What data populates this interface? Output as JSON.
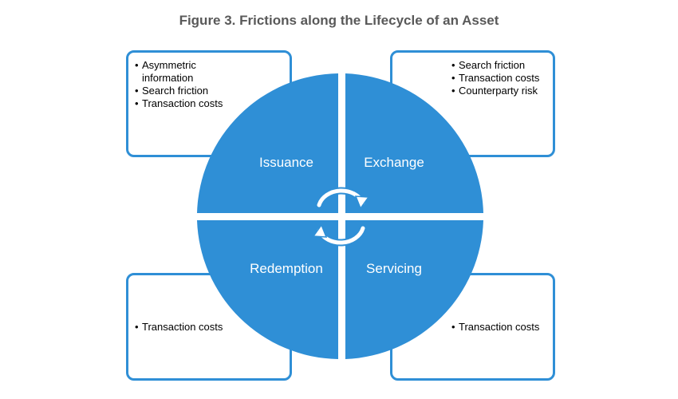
{
  "title": "Figure 3. Frictions along the Lifecycle of an Asset",
  "colors": {
    "quadrant_fill": "#2f8fd6",
    "box_border": "#2f8fd6",
    "title": "#595959"
  },
  "quadrants": {
    "issuance": "Issuance",
    "exchange": "Exchange",
    "redemption": "Redemption",
    "servicing": "Servicing"
  },
  "frictions": {
    "issuance": [
      "Asymmetric information",
      "Search friction",
      "Transaction costs"
    ],
    "exchange": [
      "Search friction",
      "Transaction costs",
      "Counterparty risk"
    ],
    "redemption": [
      "Transaction costs"
    ],
    "servicing": [
      "Transaction costs"
    ]
  },
  "center_icon": "cycle-arrows-icon"
}
